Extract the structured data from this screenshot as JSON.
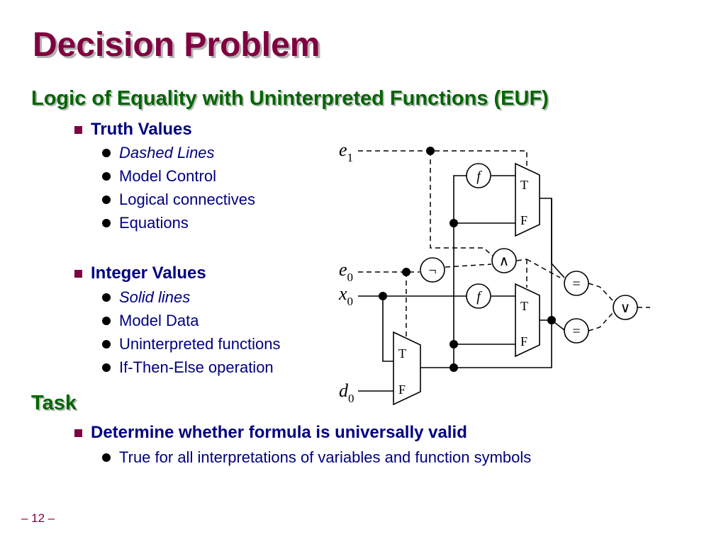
{
  "slide": {
    "title": "Decision Problem",
    "subtitle": "Logic of Equality with Uninterpreted Functions (EUF)",
    "truth_values": {
      "heading": "Truth Values",
      "items": [
        "Dashed Lines",
        "Model Control",
        "Logical connectives",
        "Equations"
      ]
    },
    "integer_values": {
      "heading": "Integer Values",
      "items": [
        "Solid lines",
        "Model Data",
        "Uninterpreted functions",
        "If-Then-Else operation"
      ]
    },
    "task": {
      "heading": "Task",
      "item": "Determine whether formula is universally valid",
      "subitem": "True for all interpretations of variables and function symbols"
    },
    "page_number": "– 12 –"
  },
  "diagram": {
    "inputs": {
      "e1": {
        "base": "e",
        "sub": "1"
      },
      "e0": {
        "base": "e",
        "sub": "0"
      },
      "x0": {
        "base": "x",
        "sub": "0"
      },
      "d0": {
        "base": "d",
        "sub": "0"
      }
    },
    "func_label": "f",
    "mux_true": "T",
    "mux_false": "F",
    "not_symbol": "¬",
    "and_symbol": "∧",
    "or_symbol": "∨",
    "eq_symbol": "="
  }
}
